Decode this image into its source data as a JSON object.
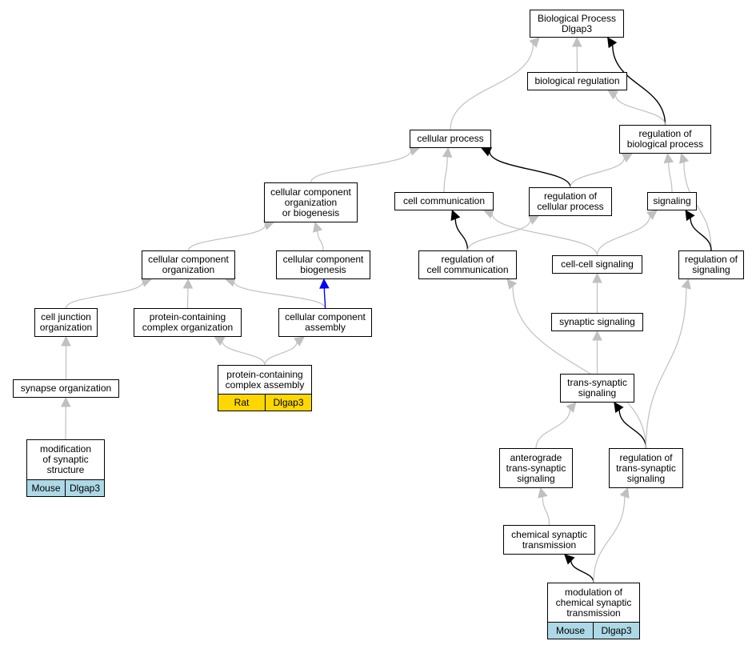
{
  "colors": {
    "gray_edge": "#c0c0c0",
    "black_edge": "#000000",
    "blue_edge": "#0000ff",
    "mouse_tag": "#add8e6",
    "rat_tag": "#ffd700"
  },
  "nodes": {
    "bp_root": "Biological Process\nDlgap3",
    "biological_regulation": "biological regulation",
    "cellular_process": "cellular process",
    "regulation_of_biological_process": "regulation of\nbiological process",
    "ccob": "cellular component\norganization\nor biogenesis",
    "cell_communication": "cell communication",
    "regulation_of_cellular_process": "regulation of\ncellular process",
    "signaling": "signaling",
    "cc_organization": "cellular component\norganization",
    "cc_biogenesis": "cellular component\nbiogenesis",
    "regulation_of_cell_communication": "regulation of\ncell communication",
    "cell_cell_signaling": "cell-cell signaling",
    "regulation_of_signaling": "regulation of\nsignaling",
    "cell_junction_organization": "cell junction\norganization",
    "pc_complex_organization": "protein-containing\ncomplex organization",
    "cc_assembly": "cellular component\nassembly",
    "synaptic_signaling": "synaptic signaling",
    "synapse_organization": "synapse organization",
    "pc_complex_assembly": "protein-containing\ncomplex assembly",
    "trans_synaptic_signaling": "trans-synaptic\nsignaling",
    "modification_synaptic_structure": "modification\nof synaptic\nstructure",
    "anterograde_tss": "anterograde\ntrans-synaptic\nsignaling",
    "regulation_tss": "regulation of\ntrans-synaptic\nsignaling",
    "chemical_synaptic_transmission": "chemical synaptic\ntransmission",
    "modulation_cst": "modulation of\nchemical synaptic\ntransmission"
  },
  "tags": {
    "pc_complex_assembly": [
      "Rat",
      "Dlgap3"
    ],
    "modification_synaptic_structure": [
      "Mouse",
      "Dlgap3"
    ],
    "modulation_cst": [
      "Mouse",
      "Dlgap3"
    ]
  },
  "edges": [
    {
      "from": "biological_regulation",
      "to": "bp_root",
      "color": "gray"
    },
    {
      "from": "cellular_process",
      "to": "bp_root",
      "color": "gray"
    },
    {
      "from": "regulation_of_biological_process",
      "to": "bp_root",
      "color": "black"
    },
    {
      "from": "regulation_of_biological_process",
      "to": "biological_regulation",
      "color": "gray"
    },
    {
      "from": "ccob",
      "to": "cellular_process",
      "color": "gray"
    },
    {
      "from": "cell_communication",
      "to": "cellular_process",
      "color": "gray"
    },
    {
      "from": "regulation_of_cellular_process",
      "to": "cellular_process",
      "color": "black"
    },
    {
      "from": "regulation_of_cellular_process",
      "to": "regulation_of_biological_process",
      "color": "gray"
    },
    {
      "from": "signaling",
      "to": "regulation_of_biological_process",
      "color": "gray"
    },
    {
      "from": "regulation_of_signaling",
      "to": "regulation_of_biological_process",
      "color": "gray"
    },
    {
      "from": "cc_organization",
      "to": "ccob",
      "color": "gray"
    },
    {
      "from": "cc_biogenesis",
      "to": "ccob",
      "color": "gray"
    },
    {
      "from": "regulation_of_cell_communication",
      "to": "cell_communication",
      "color": "black"
    },
    {
      "from": "regulation_of_cell_communication",
      "to": "regulation_of_cellular_process",
      "color": "gray"
    },
    {
      "from": "cell_cell_signaling",
      "to": "cell_communication",
      "color": "gray"
    },
    {
      "from": "cell_cell_signaling",
      "to": "signaling",
      "color": "gray"
    },
    {
      "from": "regulation_of_signaling",
      "to": "signaling",
      "color": "black"
    },
    {
      "from": "cell_junction_organization",
      "to": "cc_organization",
      "color": "gray"
    },
    {
      "from": "pc_complex_organization",
      "to": "cc_organization",
      "color": "gray"
    },
    {
      "from": "cc_assembly",
      "to": "cc_organization",
      "color": "gray"
    },
    {
      "from": "cc_assembly",
      "to": "cc_biogenesis",
      "color": "blue"
    },
    {
      "from": "synaptic_signaling",
      "to": "cell_cell_signaling",
      "color": "gray"
    },
    {
      "from": "synapse_organization",
      "to": "cell_junction_organization",
      "color": "gray"
    },
    {
      "from": "pc_complex_assembly",
      "to": "pc_complex_organization",
      "color": "gray"
    },
    {
      "from": "pc_complex_assembly",
      "to": "cc_assembly",
      "color": "gray"
    },
    {
      "from": "trans_synaptic_signaling",
      "to": "synaptic_signaling",
      "color": "gray"
    },
    {
      "from": "modification_synaptic_structure",
      "to": "synapse_organization",
      "color": "gray"
    },
    {
      "from": "anterograde_tss",
      "to": "trans_synaptic_signaling",
      "color": "gray"
    },
    {
      "from": "regulation_tss",
      "to": "trans_synaptic_signaling",
      "color": "black"
    },
    {
      "from": "regulation_tss",
      "to": "regulation_of_cell_communication",
      "color": "gray"
    },
    {
      "from": "regulation_tss",
      "to": "regulation_of_signaling",
      "color": "gray"
    },
    {
      "from": "chemical_synaptic_transmission",
      "to": "anterograde_tss",
      "color": "gray"
    },
    {
      "from": "modulation_cst",
      "to": "chemical_synaptic_transmission",
      "color": "black"
    },
    {
      "from": "modulation_cst",
      "to": "regulation_tss",
      "color": "gray"
    }
  ]
}
